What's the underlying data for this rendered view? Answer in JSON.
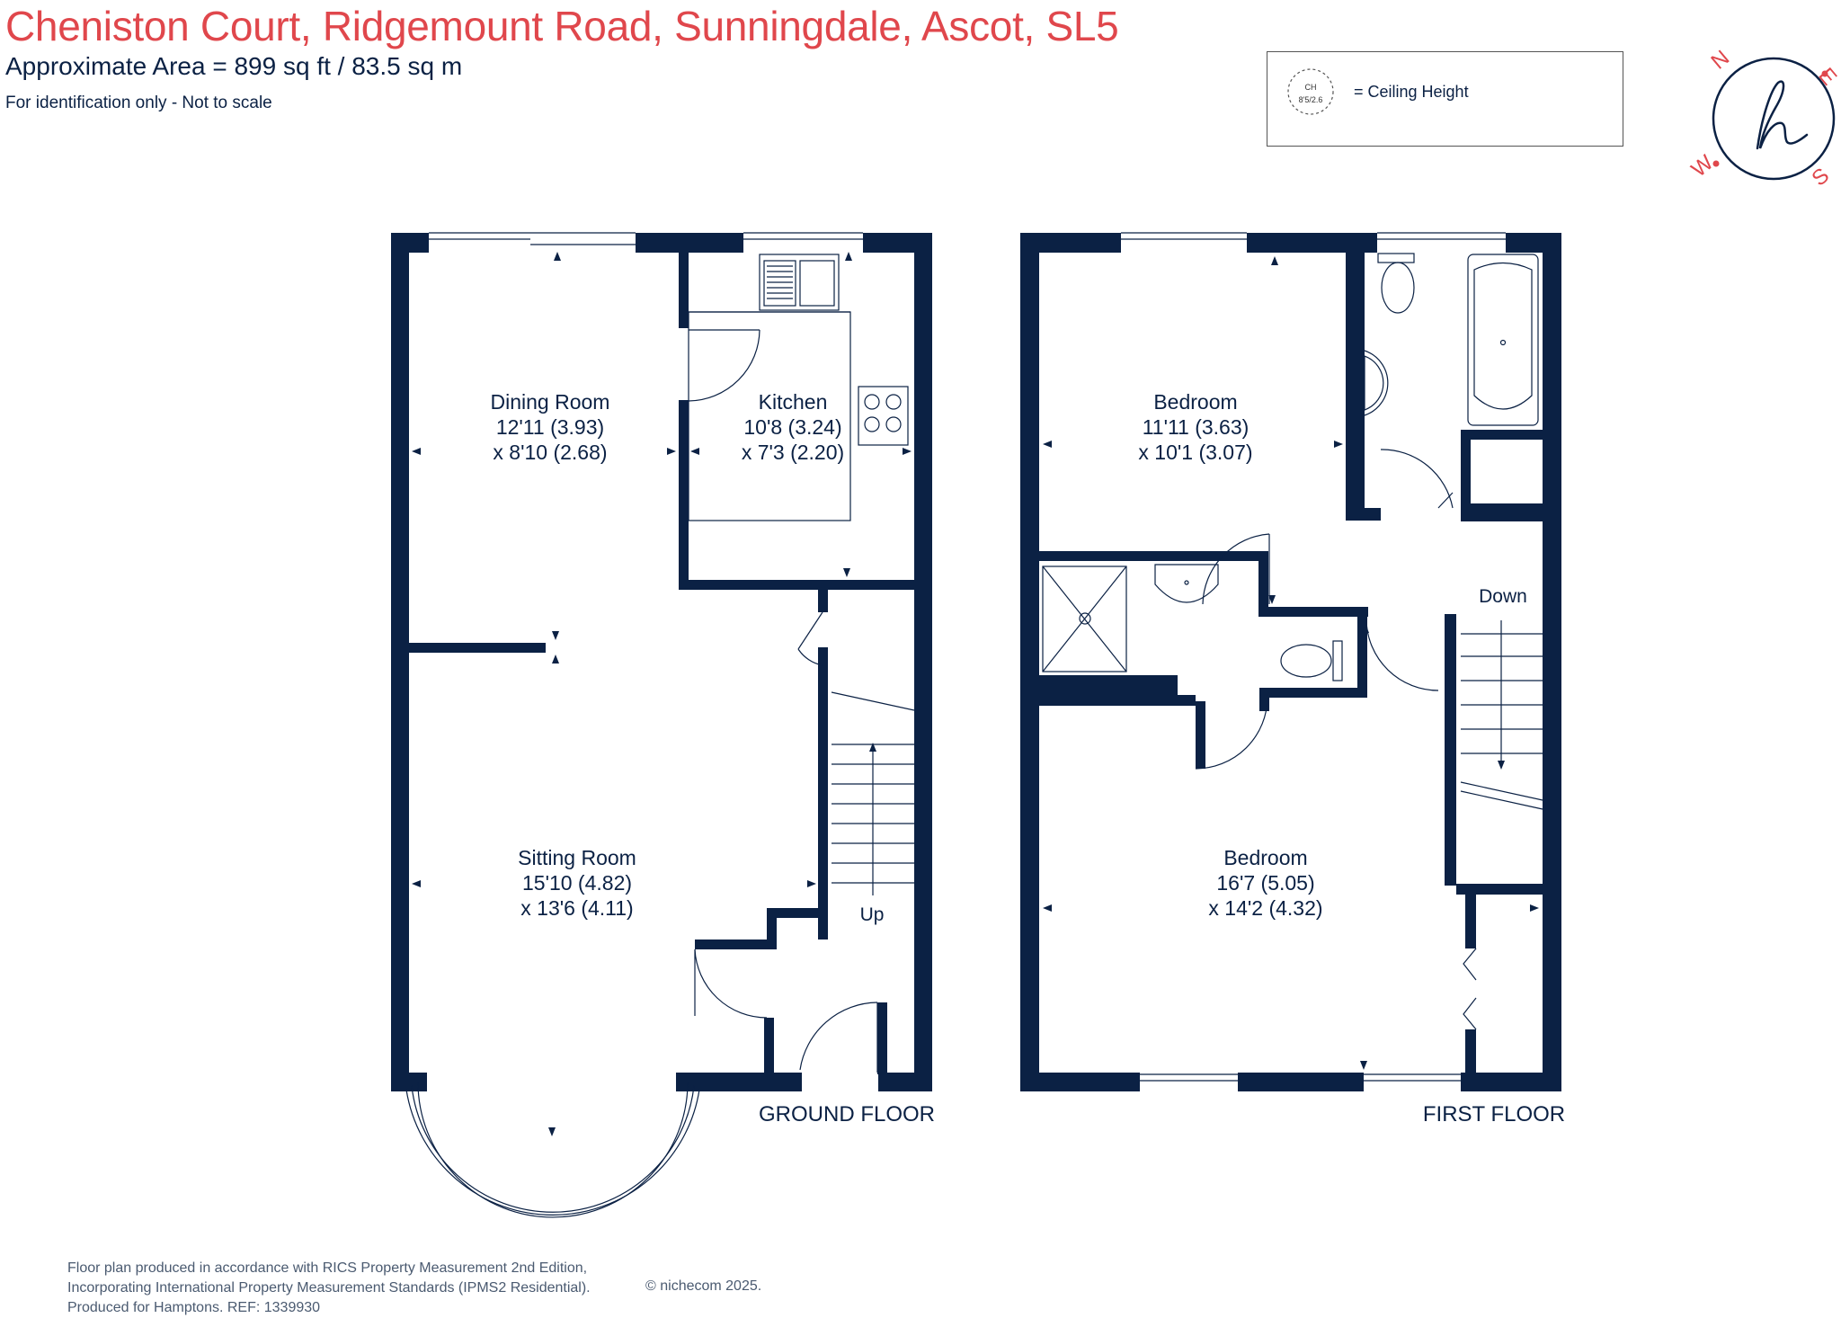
{
  "header": {
    "title": "Cheniston Court, Ridgemount Road, Sunningdale, Ascot, SL5",
    "area": "Approximate Area = 899 sq ft / 83.5 sq m",
    "note": "For identification only - Not to scale"
  },
  "legend": {
    "symbol_top": "CH",
    "symbol_bottom": "8'5/2.6",
    "text": "= Ceiling Height"
  },
  "compass": {
    "n": "N",
    "e": "E",
    "s": "S",
    "w": "W",
    "logo": "h"
  },
  "ground_floor": {
    "label": "GROUND FLOOR",
    "rooms": [
      {
        "name": "Dining Room",
        "dim1": "12'11 (3.93)",
        "dim2": "x 8'10 (2.68)"
      },
      {
        "name": "Kitchen",
        "dim1": "10'8 (3.24)",
        "dim2": "x 7'3 (2.20)"
      },
      {
        "name": "Sitting Room",
        "dim1": "15'10 (4.82)",
        "dim2": "x 13'6 (4.11)"
      }
    ],
    "stairs_label": "Up"
  },
  "first_floor": {
    "label": "FIRST FLOOR",
    "rooms": [
      {
        "name": "Bedroom",
        "dim1": "11'11 (3.63)",
        "dim2": "x 10'1 (3.07)"
      },
      {
        "name": "Bedroom",
        "dim1": "16'7 (5.05)",
        "dim2": "x 14'2 (4.32)"
      }
    ],
    "stairs_label": "Down"
  },
  "footer": {
    "line1": "Floor plan produced in accordance with RICS Property Measurement 2nd Edition,",
    "line2": "Incorporating International Property Measurement Standards (IPMS2 Residential).",
    "line3": "Produced for Hamptons.   REF:  1339930",
    "copyright": "© nichecom 2025."
  },
  "colors": {
    "wall": "#0b2144",
    "title": "#e0474c",
    "compass": "#e0474c"
  }
}
